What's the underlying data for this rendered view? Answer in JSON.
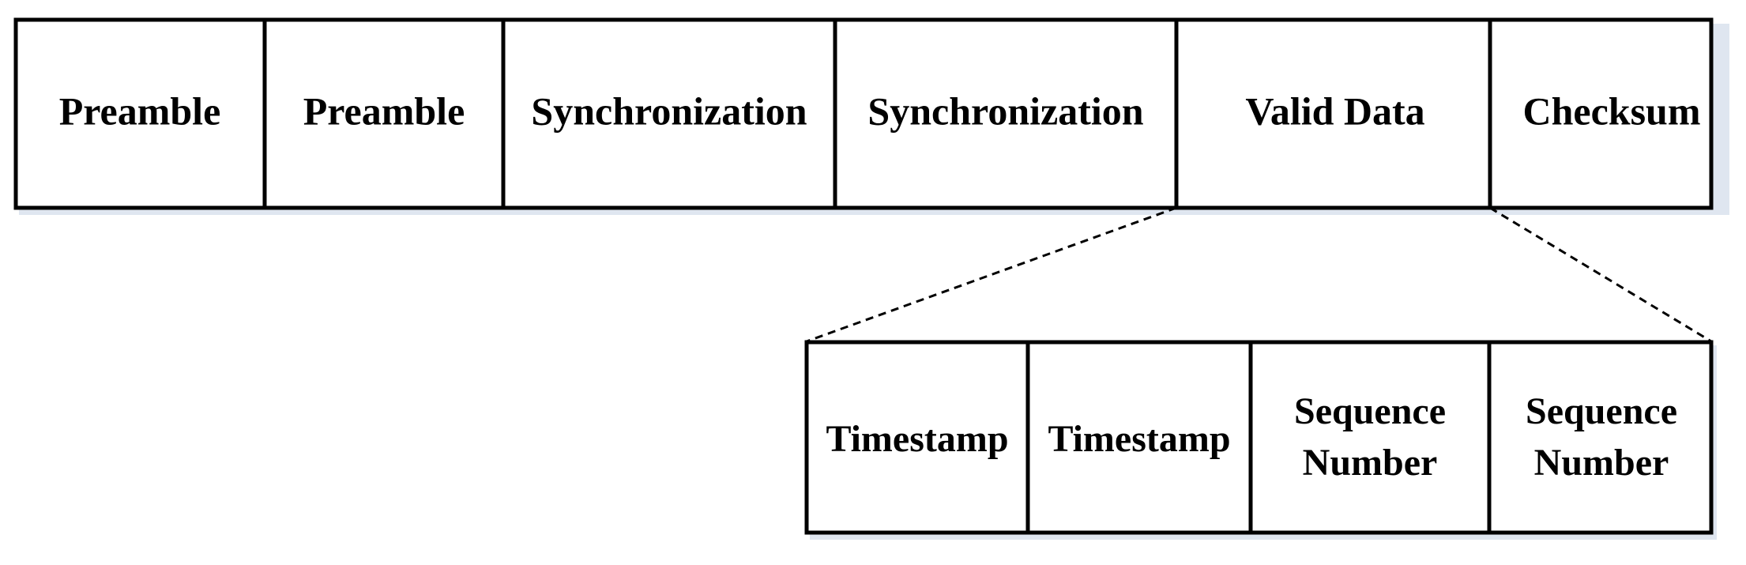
{
  "frame": {
    "fields": [
      {
        "label": "Preamble"
      },
      {
        "label": "Preamble"
      },
      {
        "label": "Synchronization"
      },
      {
        "label": "Synchronization"
      },
      {
        "label": "Valid Data"
      },
      {
        "label": "Checksum"
      }
    ]
  },
  "valid_data_detail": {
    "fields": [
      {
        "lines": [
          "Timestamp"
        ]
      },
      {
        "lines": [
          "Timestamp"
        ]
      },
      {
        "lines": [
          "Sequence",
          "Number"
        ]
      },
      {
        "lines": [
          "Sequence",
          "Number"
        ]
      }
    ]
  }
}
